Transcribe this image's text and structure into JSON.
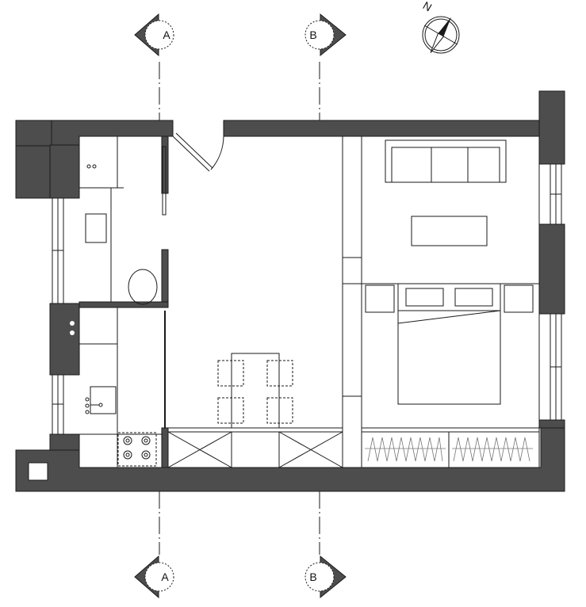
{
  "section_markers": {
    "top_a": "A",
    "top_b": "B",
    "bottom_a": "A",
    "bottom_b": "B"
  },
  "north": {
    "label": "N"
  },
  "colors": {
    "wall": "#4d4d4d",
    "line": "#1a1a1a",
    "background": "#ffffff"
  }
}
